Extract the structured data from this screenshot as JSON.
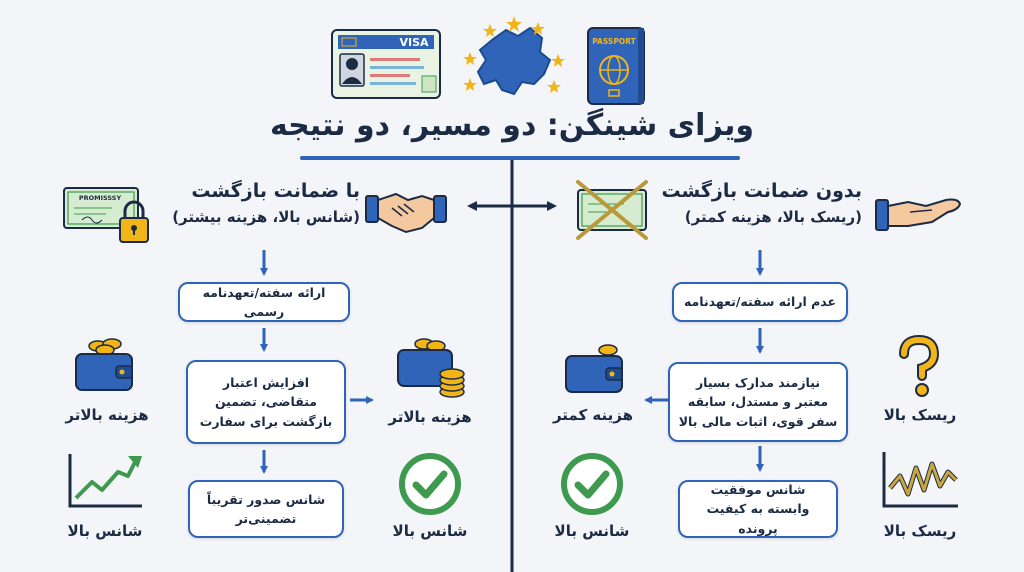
{
  "title": "ویزای شینگن: دو مسیر، دو نتیجه",
  "header_icons": {
    "visa_card_text": "VISA",
    "passport_text": "PASSPORT",
    "map": "europe-map-with-stars"
  },
  "left_path": {
    "heading": "با ضمانت بازگشت",
    "subheading": "(شانس بالا، هزینه بیشتر)",
    "note_text": "PROMISSSY",
    "steps": [
      "ارائه سفته/تعهدنامه رسمی",
      "افزایش اعتبار متقاضی، تضمین بازگشت برای سفارت",
      "شانس صدور تقریباً تضمینی‌تر"
    ],
    "side_labels": {
      "cost_outer": "هزینه بالاتر",
      "cost_inner": "هزینه بالاتر",
      "chance_outer": "شانس بالا",
      "chance_inner": "شانس بالا"
    }
  },
  "right_path": {
    "heading": "بدون ضمانت بازگشت",
    "subheading": "(ریسک بالا، هزینه کمتر)",
    "steps": [
      "عدم ارائه سفته/تعهدنامه",
      "نیازمند مدارک بسیار معتبر و مستدل، سابقه سفر قوی، اثبات مالی بالا",
      "شانس موفقیت وابسته به کیفیت پرونده"
    ],
    "side_labels": {
      "cost_inner": "هزینه کمتر",
      "risk_outer_top": "ریسک بالا",
      "risk_outer_bottom": "ریسک بالا",
      "chance_inner": "شانس بالا"
    }
  },
  "colors": {
    "navy": "#1c2b44",
    "blue": "#2f64b8",
    "green": "#3d9a4f",
    "gold": "#f2b517",
    "background": "#f3f5f8"
  }
}
